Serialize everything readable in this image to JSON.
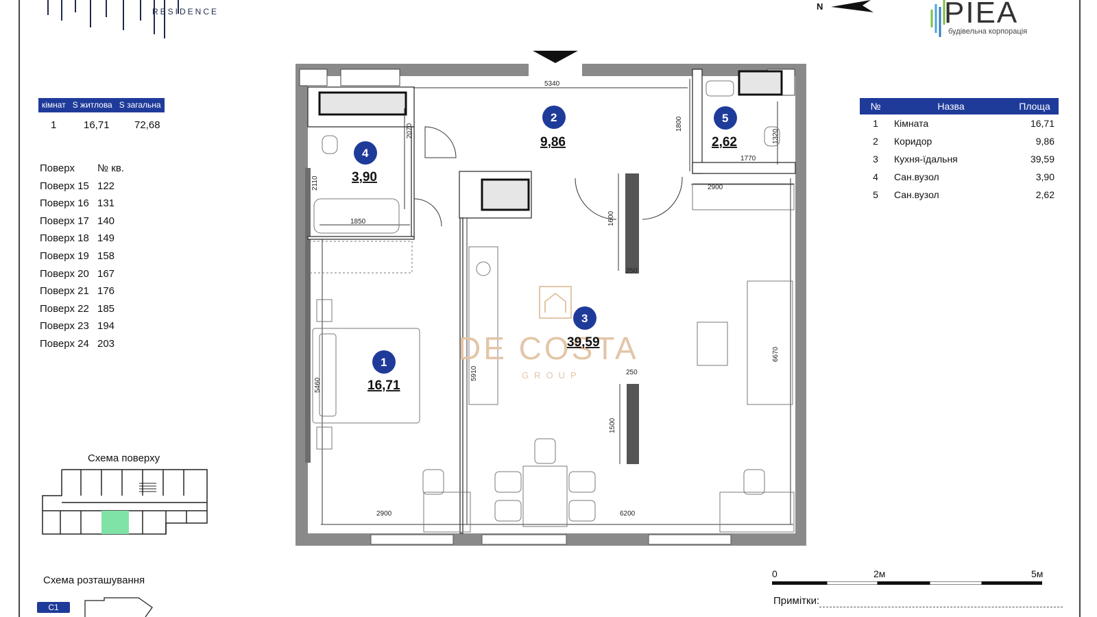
{
  "brand": {
    "residence": "RESIDENCE",
    "developer_name": "PIEA",
    "developer_sub": "будівельна корпорація",
    "north": "N"
  },
  "summary": {
    "headers": [
      "кімнат",
      "S житлова",
      "S загальна"
    ],
    "values": [
      "1",
      "16,71",
      "72,68"
    ]
  },
  "floors": {
    "header": [
      "Поверх",
      "№ кв."
    ],
    "rows": [
      [
        "Поверх 15",
        "122"
      ],
      [
        "Поверх 16",
        "131"
      ],
      [
        "Поверх 17",
        "140"
      ],
      [
        "Поверх 18",
        "149"
      ],
      [
        "Поверх 19",
        "158"
      ],
      [
        "Поверх 20",
        "167"
      ],
      [
        "Поверх 21",
        "176"
      ],
      [
        "Поверх 22",
        "185"
      ],
      [
        "Поверх 23",
        "194"
      ],
      [
        "Поверх 24",
        "203"
      ]
    ]
  },
  "floor_scheme_title": "Схема поверху",
  "location_title": "Схема розташування",
  "location_badge": "C1",
  "legend": {
    "headers": [
      "№",
      "Назва",
      "Площа"
    ],
    "rows": [
      [
        "1",
        "Кімната",
        "16,71"
      ],
      [
        "2",
        "Коридор",
        "9,86"
      ],
      [
        "3",
        "Кухня-їдальня",
        "39,59"
      ],
      [
        "4",
        "Сан.вузол",
        "3,90"
      ],
      [
        "5",
        "Сан.вузол",
        "2,62"
      ]
    ]
  },
  "rooms": {
    "r1": {
      "num": "1",
      "area": "16,71"
    },
    "r2": {
      "num": "2",
      "area": "9,86"
    },
    "r3": {
      "num": "3",
      "area": "39,59"
    },
    "r4": {
      "num": "4",
      "area": "3,90"
    },
    "r5": {
      "num": "5",
      "area": "2,62"
    }
  },
  "dimensions": {
    "d5340": "5340",
    "d2070": "2070",
    "d2110": "2110",
    "d1850": "1850",
    "d1800": "1800",
    "d1320": "1320",
    "d1770": "1770",
    "d2900a": "2900",
    "d1600": "1600",
    "d250a": "250",
    "d5460": "5460",
    "d5910": "5910",
    "d250b": "250",
    "d1500": "1500",
    "d6670": "6670",
    "d2900b": "2900",
    "d6200": "6200"
  },
  "watermark": {
    "main": "DE COSTA",
    "sub": "GROUP"
  },
  "scale": {
    "l0": "0",
    "l2": "2м",
    "l5": "5м"
  },
  "notes_label": "Примітки:",
  "colors": {
    "accent": "#1f3b9a",
    "wall": "#8a8a8a",
    "watermark": "#e2c6a8",
    "highlight": "#7fe3a8"
  }
}
